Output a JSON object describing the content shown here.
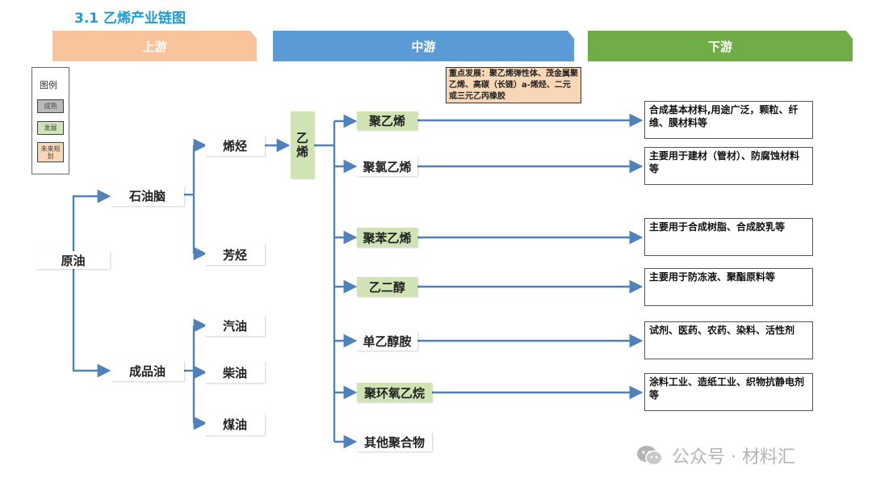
{
  "title": "3.1  乙烯产业链图",
  "banners": {
    "upstream": "上游",
    "midstream": "中游",
    "downstream": "下游"
  },
  "colors": {
    "upstream": "#f9c39b",
    "midstream": "#5b9bd5",
    "downstream": "#70ad47",
    "line": "#4f81bd",
    "green_box": "#cfe3b5",
    "note_bg": "#f7d7b6",
    "title": "#1f9bd6"
  },
  "legend": {
    "title": "图例",
    "items": [
      "成熟",
      "发展",
      "未来规划"
    ],
    "item_colors": [
      "#b9b9b9",
      "#cfe3b5",
      "#f7d7b6"
    ]
  },
  "note": "重点发展：聚乙烯弹性体、茂金属聚乙烯、高碳（长链）a-烯烃、二元或三元乙丙橡胶",
  "nodes": {
    "crude": "原油",
    "naphtha": "石油脑",
    "refined": "成品油",
    "olefin": "烯烃",
    "aromatic": "芳烃",
    "gasoline": "汽油",
    "diesel": "柴油",
    "kerosene": "煤油",
    "ethylene": "乙烯"
  },
  "products": [
    {
      "name": "聚乙烯",
      "desc": "合成基本材料,用途广泛，颗粒、纤维、膜材料等"
    },
    {
      "name": "聚氯乙烯",
      "desc": "主要用于建材（管材）、防腐蚀材料等"
    },
    {
      "name": "聚苯乙烯",
      "desc": "主要用于合成树脂、合成胶乳等"
    },
    {
      "name": "乙二醇",
      "desc": "主要用于防冻液、聚酯原料等"
    },
    {
      "name": "单乙醇胺",
      "desc": "试剂、医药、农药、染料、活性剂"
    },
    {
      "name": "聚环氧乙烷",
      "desc": "涂料工业、造纸工业、织物抗静电剂等"
    },
    {
      "name": "其他聚合物"
    }
  ],
  "watermark": "公众号 · 材料汇"
}
